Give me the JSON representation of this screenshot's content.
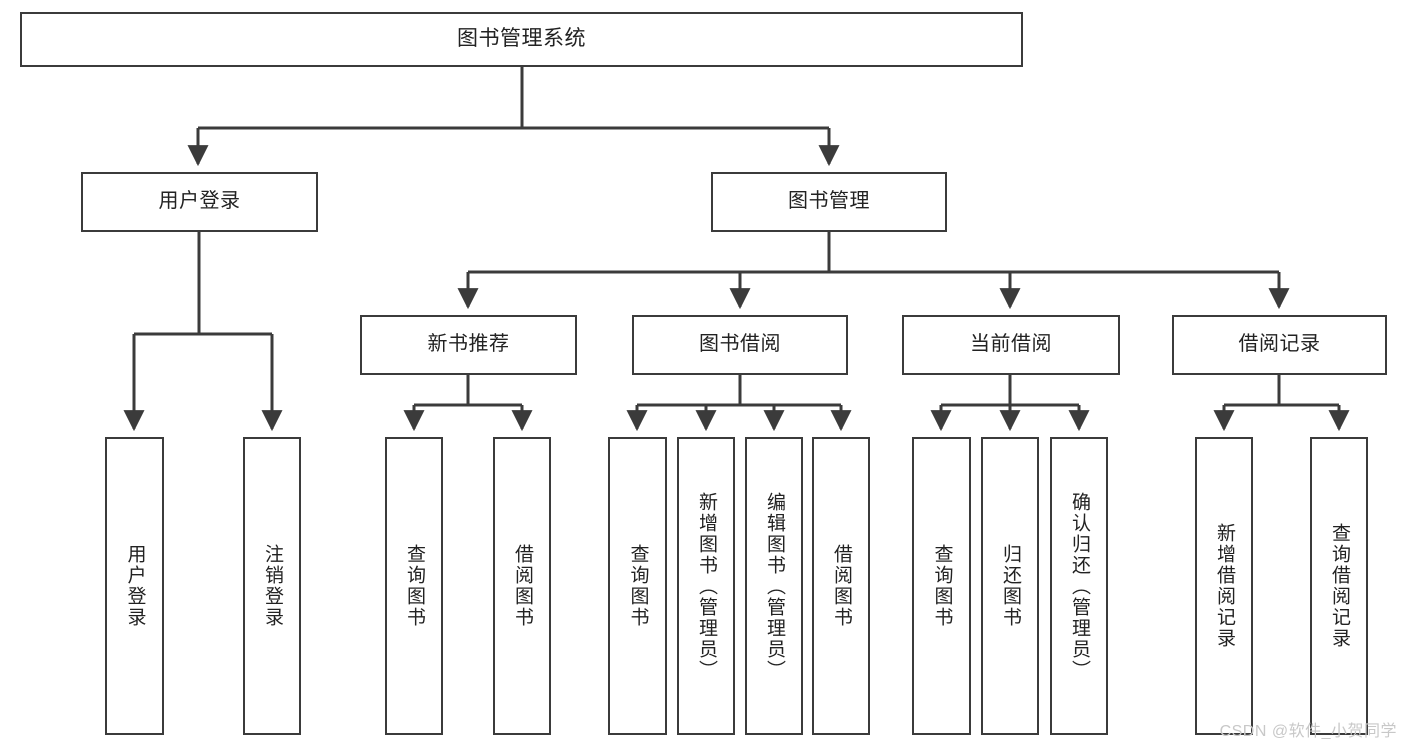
{
  "diagram": {
    "title": "图书管理系统",
    "type": "functional-structure-tree",
    "root": {
      "label": "图书管理系统"
    },
    "level2": [
      {
        "label": "用户登录"
      },
      {
        "label": "图书管理"
      }
    ],
    "level3": [
      {
        "label": "新书推荐"
      },
      {
        "label": "图书借阅"
      },
      {
        "label": "当前借阅"
      },
      {
        "label": "借阅记录"
      }
    ],
    "leaves": {
      "user_login": [
        {
          "label": "用户登录"
        },
        {
          "label": "注销登录"
        }
      ],
      "new_book_recommend": [
        {
          "label": "查询图书"
        },
        {
          "label": "借阅图书"
        }
      ],
      "book_borrow": [
        {
          "label": "查询图书"
        },
        {
          "label": "新增图书（管理员）"
        },
        {
          "label": "编辑图书（管理员）"
        },
        {
          "label": "借阅图书"
        }
      ],
      "current_borrow": [
        {
          "label": "查询图书"
        },
        {
          "label": "归还图书"
        },
        {
          "label": "确认归还（管理员）"
        }
      ],
      "borrow_record": [
        {
          "label": "新增借阅记录"
        },
        {
          "label": "查询借阅记录"
        }
      ]
    },
    "watermark": "CSDN @软件_小贺同学",
    "colors": {
      "stroke": "#3b3b3b",
      "fill": "#ffffff",
      "text": "#222222",
      "watermark": "#c8c8c8"
    }
  }
}
